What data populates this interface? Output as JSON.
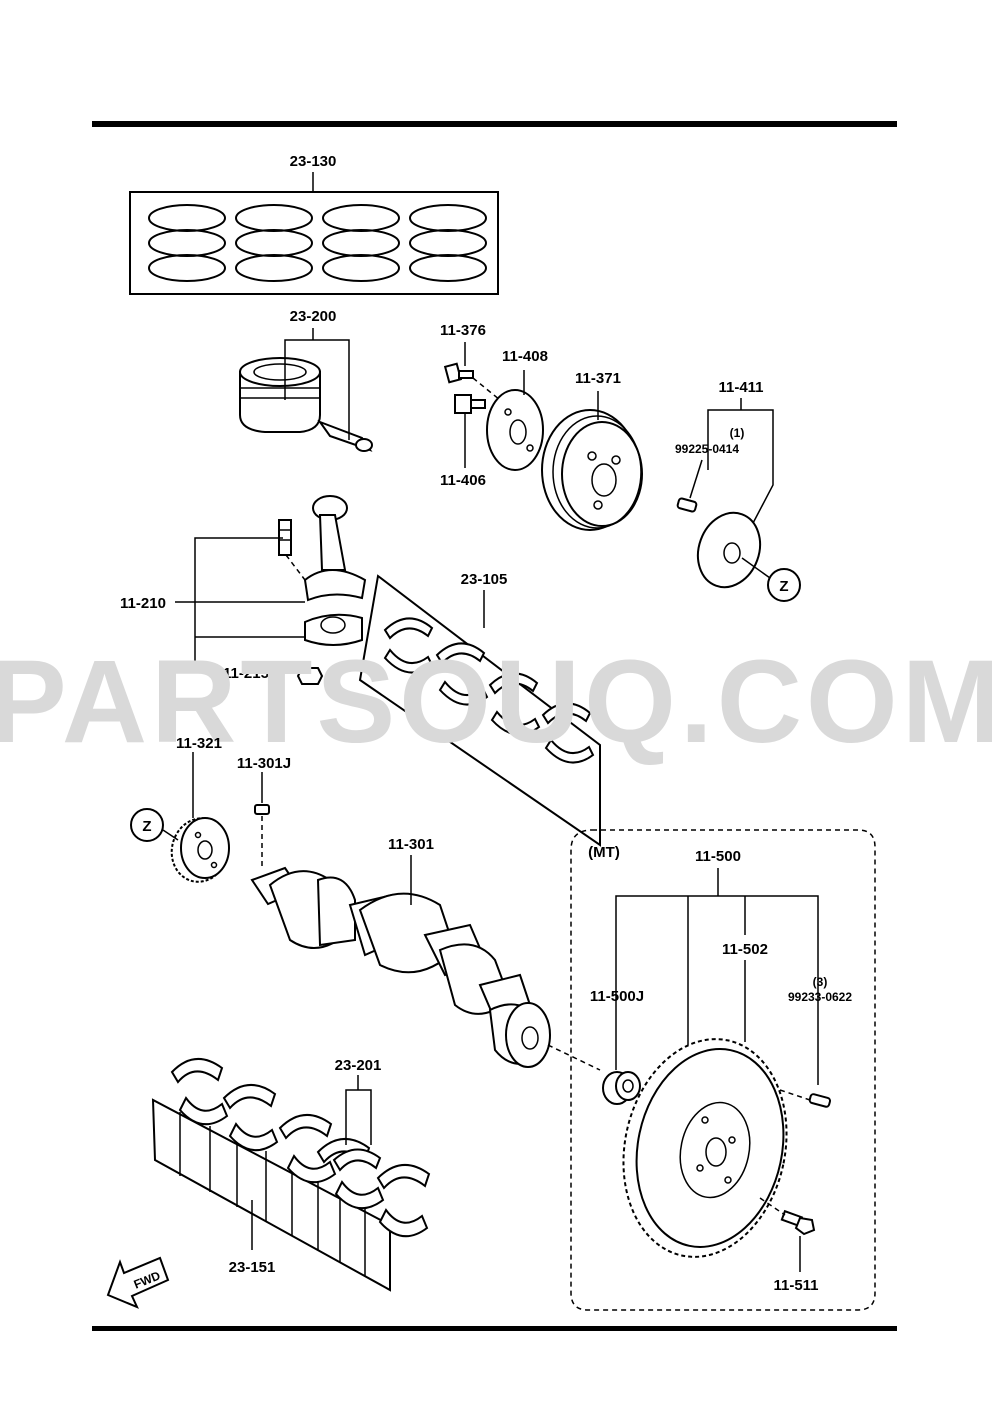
{
  "watermark": "PARTSOUQ.COM",
  "group_labels": {
    "mt": "(MT)",
    "fwd": "FWD",
    "z_marker": "Z"
  },
  "callouts": {
    "c_23_130": "23-130",
    "c_23_200": "23-200",
    "c_11_376": "11-376",
    "c_11_408": "11-408",
    "c_11_371": "11-371",
    "c_11_411": "11-411",
    "c_11_411_qty": "(1)",
    "c_99225_0414": "99225-0414",
    "c_11_406": "11-406",
    "c_11_210": "11-210",
    "c_23_105": "23-105",
    "c_11_215": "11-215",
    "c_11_321": "11-321",
    "c_11_301j": "11-301J",
    "c_11_301": "11-301",
    "c_11_500": "11-500",
    "c_11_502": "11-502",
    "c_11_500j": "11-500J",
    "c_99233_qty": "(3)",
    "c_99233_0622": "99233-0622",
    "c_23_201": "23-201",
    "c_23_151": "23-151",
    "c_11_511": "11-511"
  }
}
